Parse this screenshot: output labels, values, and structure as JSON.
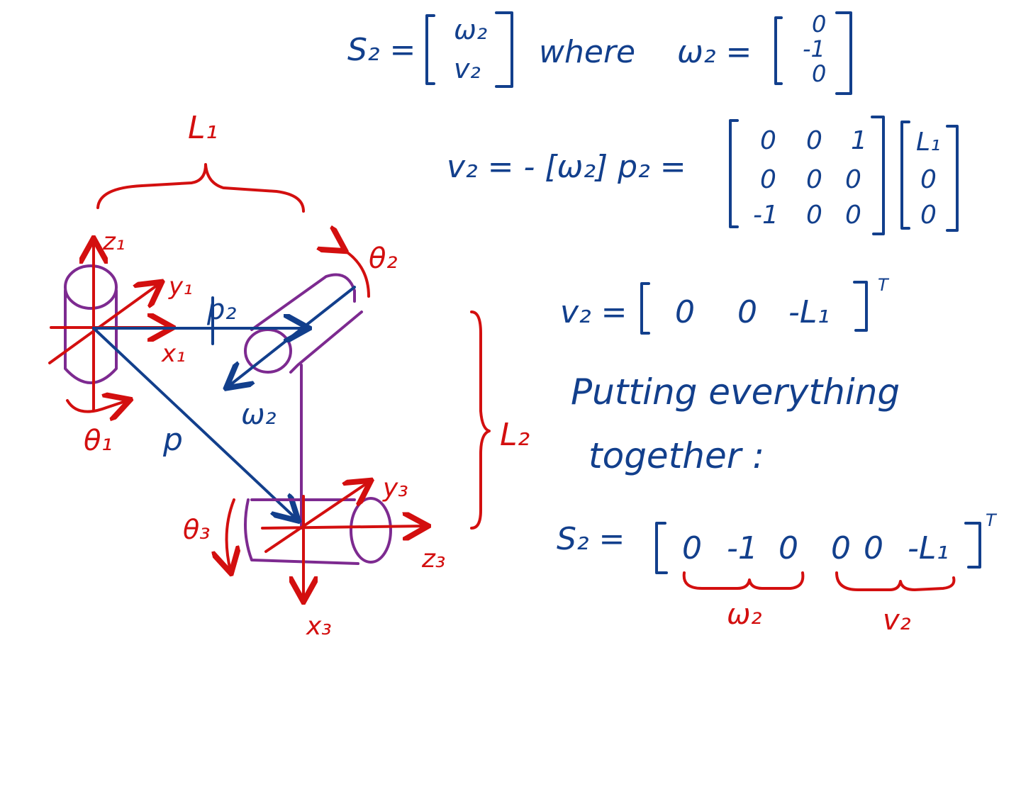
{
  "colors": {
    "blue": "#123f8c",
    "red": "#d30f0f",
    "purple": "#7d2a90"
  },
  "equations": {
    "s2_def": {
      "lhs": "S₂ =",
      "top": "ω₂",
      "bottom": "v₂",
      "where": "where",
      "w2_lhs": "ω₂ =",
      "w2_vals": [
        "0",
        "-1",
        "0"
      ]
    },
    "v2_def": {
      "lhs": "v₂ = - [ω₂] p₂ =",
      "matrix": [
        [
          "0",
          "0",
          "1"
        ],
        [
          "0",
          "0",
          "0"
        ],
        [
          "-1",
          "0",
          "0"
        ]
      ],
      "vector": [
        "L₁",
        "0",
        "0"
      ]
    },
    "v2_result": {
      "lhs": "v₂ =",
      "vals": [
        "0",
        "0",
        "-L₁"
      ],
      "transpose": "T"
    },
    "putting": "Putting everything",
    "together": "together :",
    "s2_final": {
      "lhs": "S₂ =",
      "vals": [
        "0",
        "-1",
        "0",
        "0",
        "0",
        "-L₁"
      ],
      "transpose": "T",
      "brace_w": "ω₂",
      "brace_v": "v₂"
    }
  },
  "diagram": {
    "L1": "L₁",
    "L2": "L₂",
    "z1": "z₁",
    "y1": "y₁",
    "x1": "x₁",
    "theta1": "θ₁",
    "p2": "p₂",
    "p": "p",
    "w2": "ω₂",
    "theta2": "θ₂",
    "theta3": "θ₃",
    "y3": "y₃",
    "z3": "z₃",
    "x3": "x₃"
  }
}
